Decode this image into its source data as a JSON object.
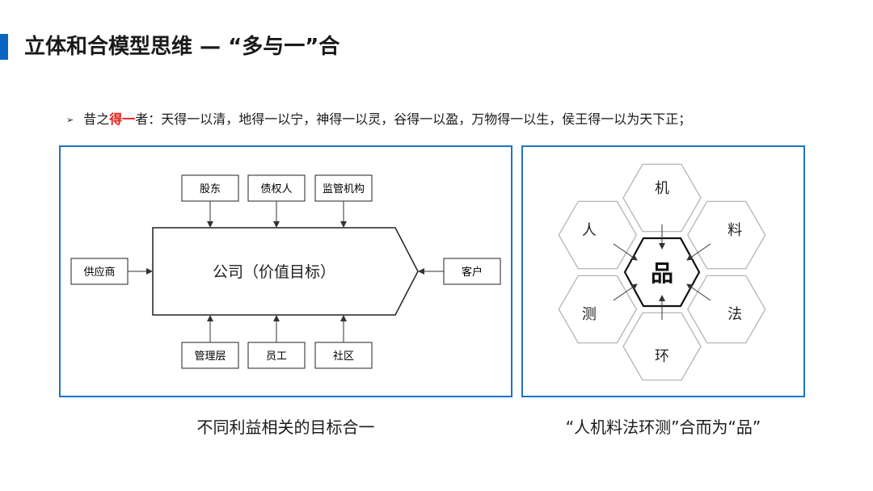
{
  "title": "立体和合模型思维 — “多与一”合",
  "quote": {
    "prefix": "昔之",
    "highlight": "得一",
    "rest": "者：天得一以清，地得一以宁，神得一以灵，谷得一以盈，万物得一以生，侯王得一以为天下正；"
  },
  "left_diagram": {
    "center": "公司（价值目标）",
    "top": [
      "股东",
      "债权人",
      "监管机构"
    ],
    "bottom": [
      "管理层",
      "员工",
      "社区"
    ],
    "left": "供应商",
    "right": "客户",
    "caption": "不同利益相关的目标合一"
  },
  "right_diagram": {
    "center": "品",
    "hexes": [
      "机",
      "料",
      "法",
      "环",
      "测",
      "人"
    ],
    "caption": "“人机料法环测”合而为“品”"
  }
}
